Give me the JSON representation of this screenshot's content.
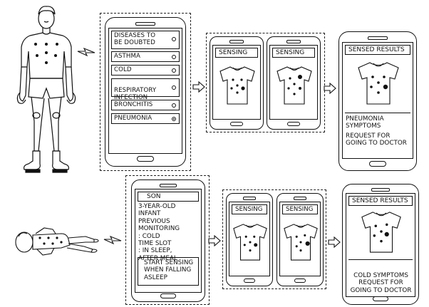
{
  "top": {
    "diseases_panel": {
      "title": "DISEASES TO\nBE DOUBTED",
      "items": [
        {
          "label": "ASTHMA",
          "selected": false
        },
        {
          "label": "COLD",
          "selected": false
        },
        {
          "label": "RESPIRATORY\nINFECTION",
          "selected": false
        },
        {
          "label": "BRONCHITIS",
          "selected": false
        },
        {
          "label": "PNEUMONIA",
          "selected": true
        }
      ]
    },
    "sensing_1": "SENSING",
    "sensing_2": "SENSING",
    "results": {
      "title": "SENSED RESULTS",
      "symptoms": "PNEUMONIA\nSYMPTOMS",
      "request": "REQUEST FOR\nGOING TO DOCTOR"
    }
  },
  "bottom": {
    "profile": {
      "title": "SON",
      "details": "3-YEAR-OLD INFANT\nPREVIOUS\nMONITORING\n: COLD\nTIME SLOT\n: IN SLEEP,\nAFTER MEAL",
      "action": "START SENSING\nWHEN FALLING\nASLEEP"
    },
    "sensing_1": "SENSING",
    "sensing_2": "SENSING",
    "results": {
      "title": "SENSED RESULTS",
      "summary": "COLD SYMPTOMS\nREQUEST FOR\nGOING TO DOCTOR"
    }
  }
}
